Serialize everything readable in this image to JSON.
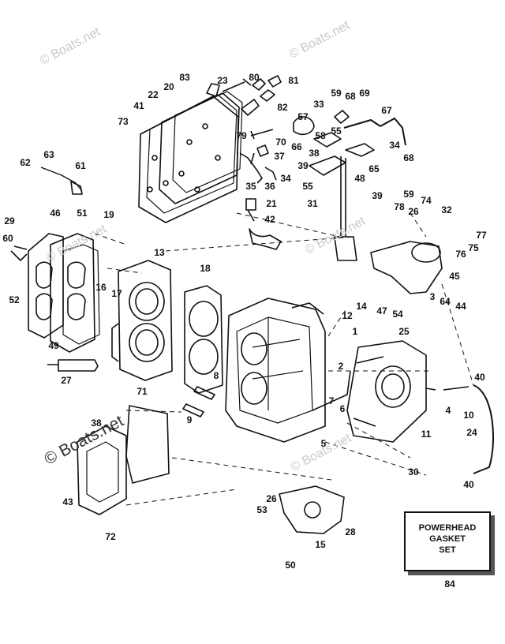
{
  "watermark": "© Boats.net",
  "gasket_set": [
    "POWERHEAD",
    "GASKET",
    "SET"
  ],
  "callouts": [
    "83",
    "23",
    "80",
    "81",
    "20",
    "22",
    "82",
    "41",
    "73",
    "79",
    "70",
    "59",
    "68",
    "69",
    "33",
    "67",
    "57",
    "58",
    "66",
    "55",
    "34",
    "37",
    "38",
    "39",
    "68",
    "63",
    "62",
    "61",
    "35",
    "36",
    "34",
    "48",
    "65",
    "39",
    "55",
    "59",
    "21",
    "42",
    "31",
    "29",
    "46",
    "51",
    "19",
    "60",
    "13",
    "18",
    "74",
    "78",
    "26",
    "32",
    "77",
    "16",
    "17",
    "52",
    "75",
    "76",
    "25",
    "45",
    "14",
    "47",
    "12",
    "54",
    "3",
    "64",
    "44",
    "49",
    "1",
    "2",
    "40",
    "27",
    "8",
    "9",
    "71",
    "7",
    "6",
    "4",
    "10",
    "5",
    "11",
    "24",
    "38",
    "30",
    "40",
    "43",
    "26",
    "53",
    "28",
    "72",
    "15",
    "50",
    "84"
  ],
  "colors": {
    "ink": "#111111",
    "watermark": "#c9c9c9"
  }
}
